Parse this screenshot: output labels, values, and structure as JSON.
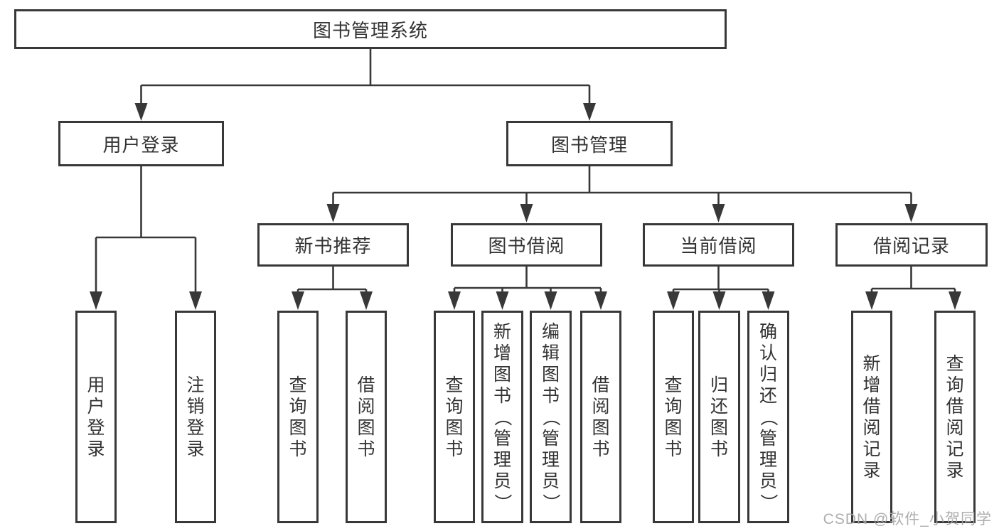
{
  "diagram": {
    "tree": {
      "root": {
        "label": "图书管理系统"
      },
      "children": [
        {
          "label": "用户登录",
          "children": [
            {
              "label": "用户登录"
            },
            {
              "label": "注销登录"
            }
          ]
        },
        {
          "label": "图书管理",
          "children": [
            {
              "label": "新书推荐",
              "children": [
                {
                  "label": "查询图书"
                },
                {
                  "label": "借阅图书"
                }
              ]
            },
            {
              "label": "图书借阅",
              "children": [
                {
                  "label": "查询图书"
                },
                {
                  "label": "新增图书（管理员）"
                },
                {
                  "label": "编辑图书（管理员）"
                },
                {
                  "label": "借阅图书"
                }
              ]
            },
            {
              "label": "当前借阅",
              "children": [
                {
                  "label": "查询图书"
                },
                {
                  "label": "归还图书"
                },
                {
                  "label": "确认归还（管理员）"
                }
              ]
            },
            {
              "label": "借阅记录",
              "children": [
                {
                  "label": "新增借阅记录"
                },
                {
                  "label": "查询借阅记录"
                }
              ]
            }
          ]
        }
      ]
    }
  },
  "watermark": {
    "text": "CSDN @软件_小贺同学"
  },
  "colors": {
    "line": "#383838",
    "text": "#333333",
    "background": "#ffffff",
    "watermark": "#a8a8a8"
  }
}
